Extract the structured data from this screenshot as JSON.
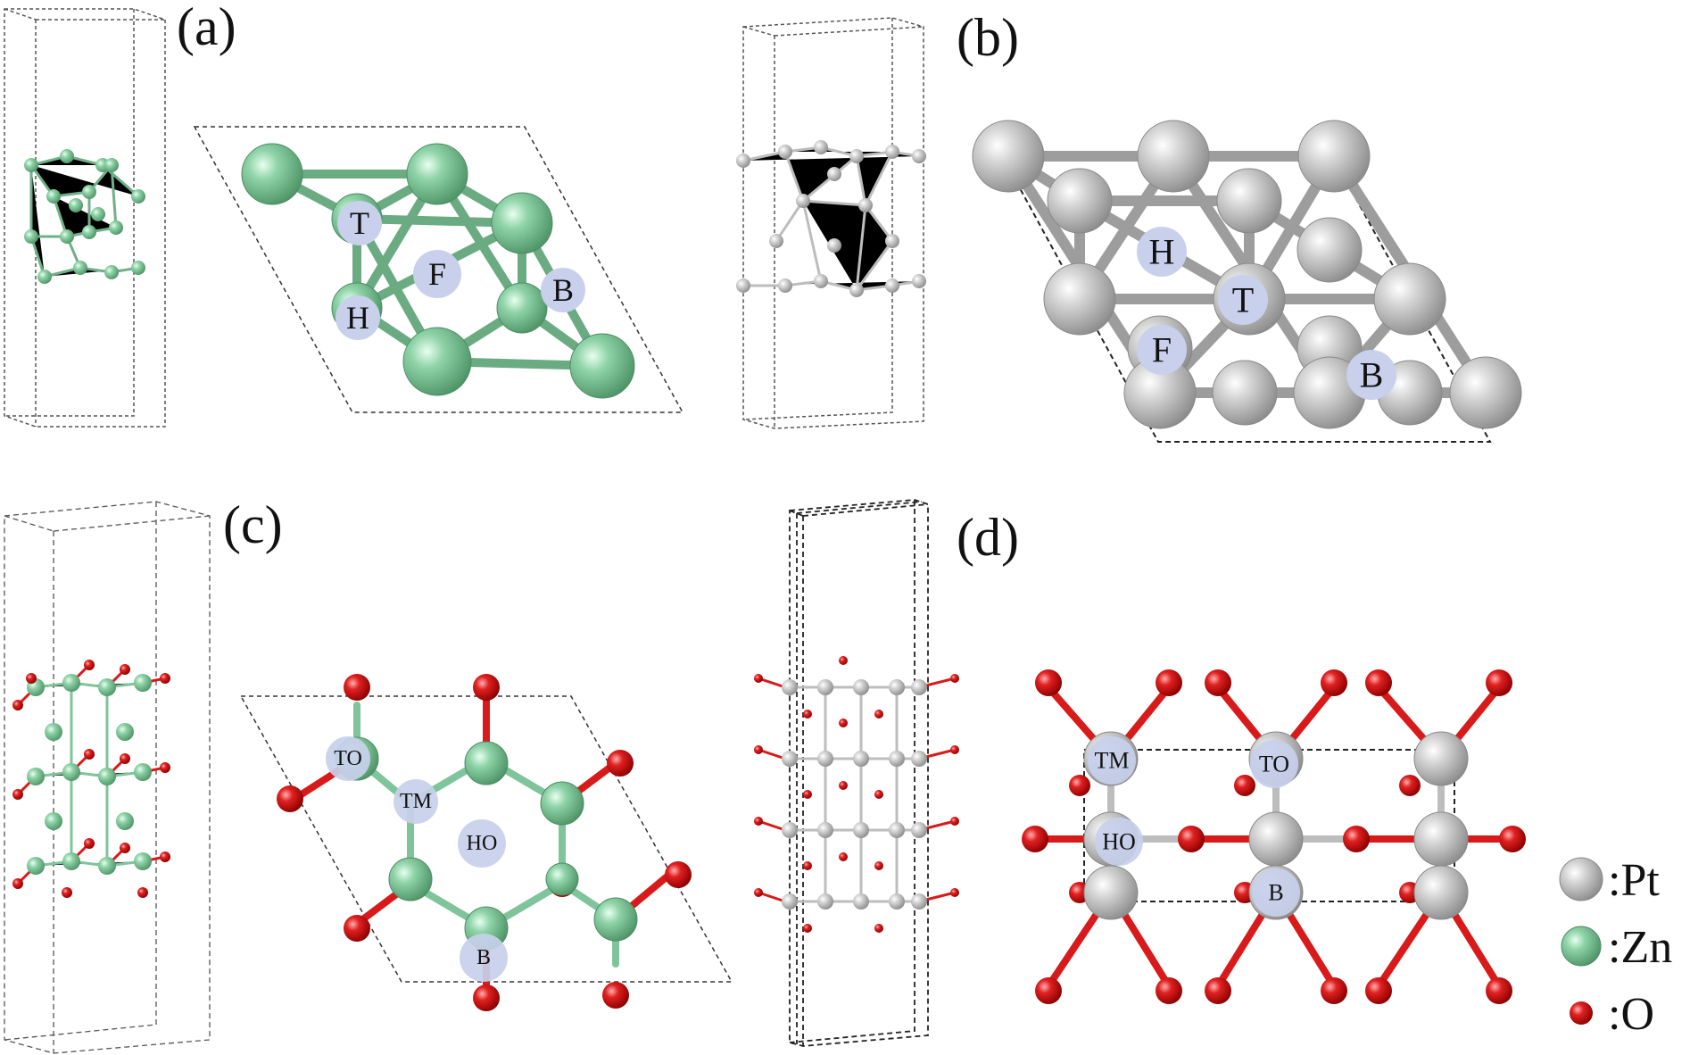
{
  "panels": {
    "a": {
      "label": "(a)",
      "sites": [
        "T",
        "F",
        "H",
        "B"
      ]
    },
    "b": {
      "label": "(b)",
      "sites": [
        "H",
        "T",
        "F",
        "B"
      ]
    },
    "c": {
      "label": "(c)",
      "sites": [
        "TO",
        "TM",
        "HO",
        "B"
      ]
    },
    "d": {
      "label": "(d)",
      "sites": [
        "TM",
        "TO",
        "HO",
        "B"
      ]
    }
  },
  "legend": [
    {
      "label": ":Pt",
      "color": "#c8c8c8"
    },
    {
      "label": ":Zn",
      "color": "#7fc49a"
    },
    {
      "label": ":O",
      "color": "#d91a1a"
    }
  ],
  "colors": {
    "zn": "#7fc49a",
    "zn_dark": "#5a9e73",
    "pt": "#c8c8c8",
    "pt_dark": "#9a9a9a",
    "o": "#d91a1a",
    "site": "#c8d0ec"
  }
}
